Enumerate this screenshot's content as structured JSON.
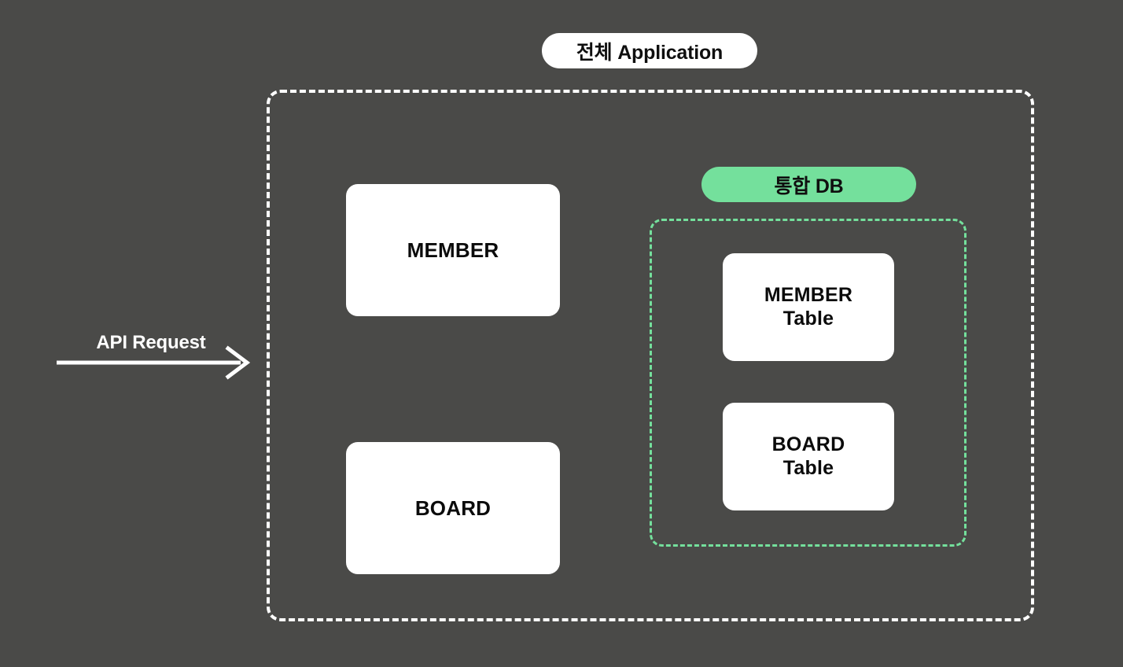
{
  "diagram": {
    "background_color": "#4a4a48",
    "accent_green": "#74e09c",
    "surface_white": "#ffffff",
    "title_pill": {
      "label": "전체 Application"
    },
    "request_flow": {
      "label": "API Request",
      "arrow_icon": "arrow-right-icon"
    },
    "services": [
      {
        "name": "member-service",
        "label": "MEMBER"
      },
      {
        "name": "board-service",
        "label": "BOARD"
      }
    ],
    "database": {
      "pill_label": "통합 DB",
      "tables": [
        {
          "name": "member-table",
          "line1": "MEMBER",
          "line2": "Table"
        },
        {
          "name": "board-table",
          "line1": "BOARD",
          "line2": "Table"
        }
      ]
    }
  }
}
